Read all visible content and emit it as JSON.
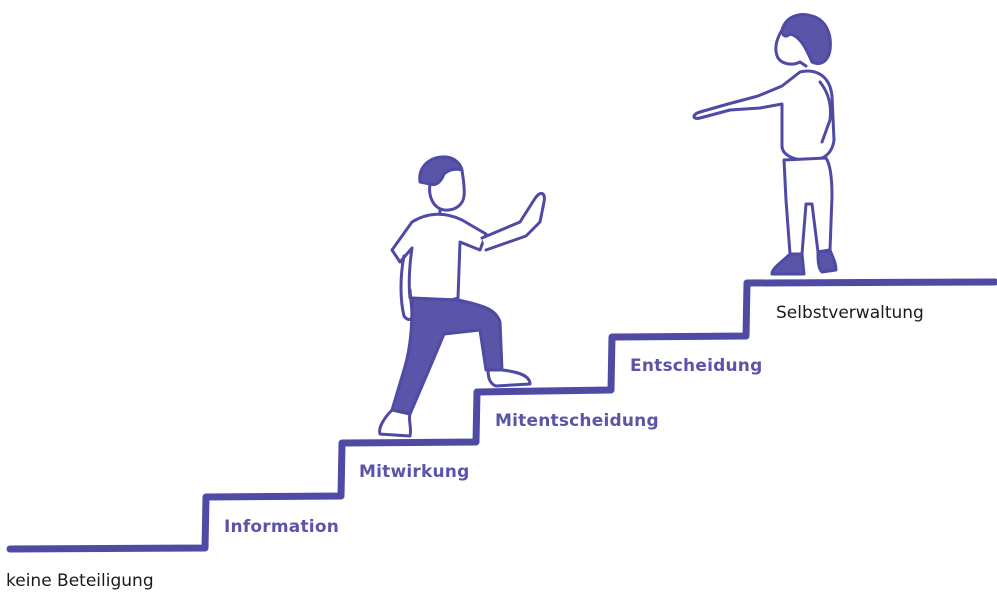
{
  "stairs": {
    "ground_label": "keine Beteiligung",
    "steps": [
      {
        "label": "Information"
      },
      {
        "label": "Mitwirkung"
      },
      {
        "label": "Mitentscheidung"
      },
      {
        "label": "Entscheidung"
      },
      {
        "label": "Selbstverwaltung"
      }
    ]
  },
  "colors": {
    "line": "#4f4aa3",
    "fill": "#5a55a8",
    "step_text": "#5a55a8",
    "plain_text": "#1a1a1a"
  }
}
